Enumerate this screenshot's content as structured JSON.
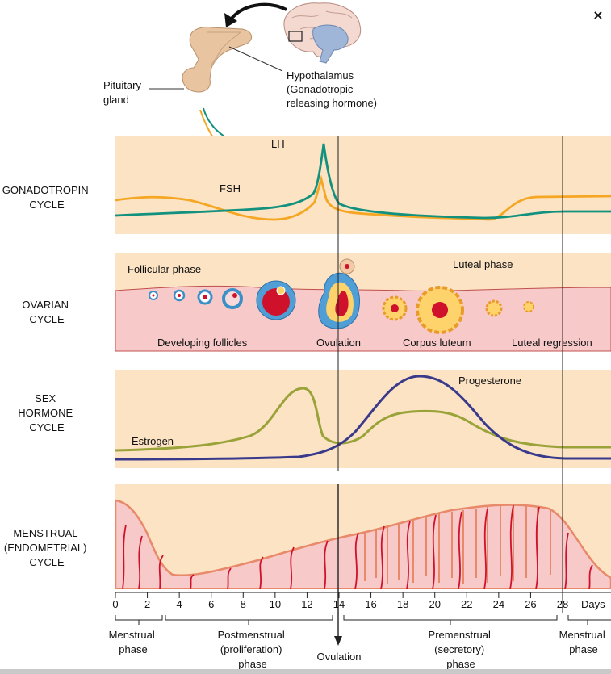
{
  "close_glyph": "×",
  "labels": {
    "pituitary": [
      "Pituitary",
      "gland"
    ],
    "hypothalamus": [
      "Hypothalamus",
      "(Gonadotropic-",
      "releasing hormone)"
    ]
  },
  "rows": {
    "gonadotropin": [
      "GONADOTROPIN",
      "CYCLE"
    ],
    "ovarian": [
      "OVARIAN",
      "CYCLE"
    ],
    "sex_hormone": [
      "SEX",
      "HORMONE",
      "CYCLE"
    ],
    "menstrual": [
      "MENSTRUAL",
      "(ENDOMETRIAL)",
      "CYCLE"
    ]
  },
  "gonadotropin": {
    "lh": "LH",
    "fsh": "FSH"
  },
  "ovarian": {
    "follicular_phase": "Follicular phase",
    "luteal_phase": "Luteal phase",
    "developing_follicles": "Developing follicles",
    "ovulation": "Ovulation",
    "corpus_luteum": "Corpus luteum",
    "luteal_regression": "Luteal regression"
  },
  "sex_hormone": {
    "estrogen": "Estrogen",
    "progesterone": "Progesterone"
  },
  "axis": {
    "ticks": [
      0,
      2,
      4,
      6,
      8,
      10,
      12,
      14,
      16,
      18,
      20,
      22,
      24,
      26,
      28
    ],
    "unit": "Days"
  },
  "phases": {
    "menstrual_start": [
      "Menstrual",
      "phase"
    ],
    "postmenstrual": [
      "Postmenstrual",
      "(proliferation)",
      "phase"
    ],
    "ovulation": "Ovulation",
    "premenstrual": [
      "Premenstrual",
      "(secretory)",
      "phase"
    ],
    "menstrual_end": [
      "Menstrual",
      "phase"
    ]
  },
  "colors": {
    "panel_bg": "#fbe3c3",
    "ovary_tissue": "#f7c9c9",
    "lh": "#13917f",
    "fsh": "#f5a623",
    "estrogen": "#9aa33a",
    "progesterone": "#3a3a8c",
    "vessel": "#d0112b",
    "endometrium_edge": "#e8896a"
  }
}
